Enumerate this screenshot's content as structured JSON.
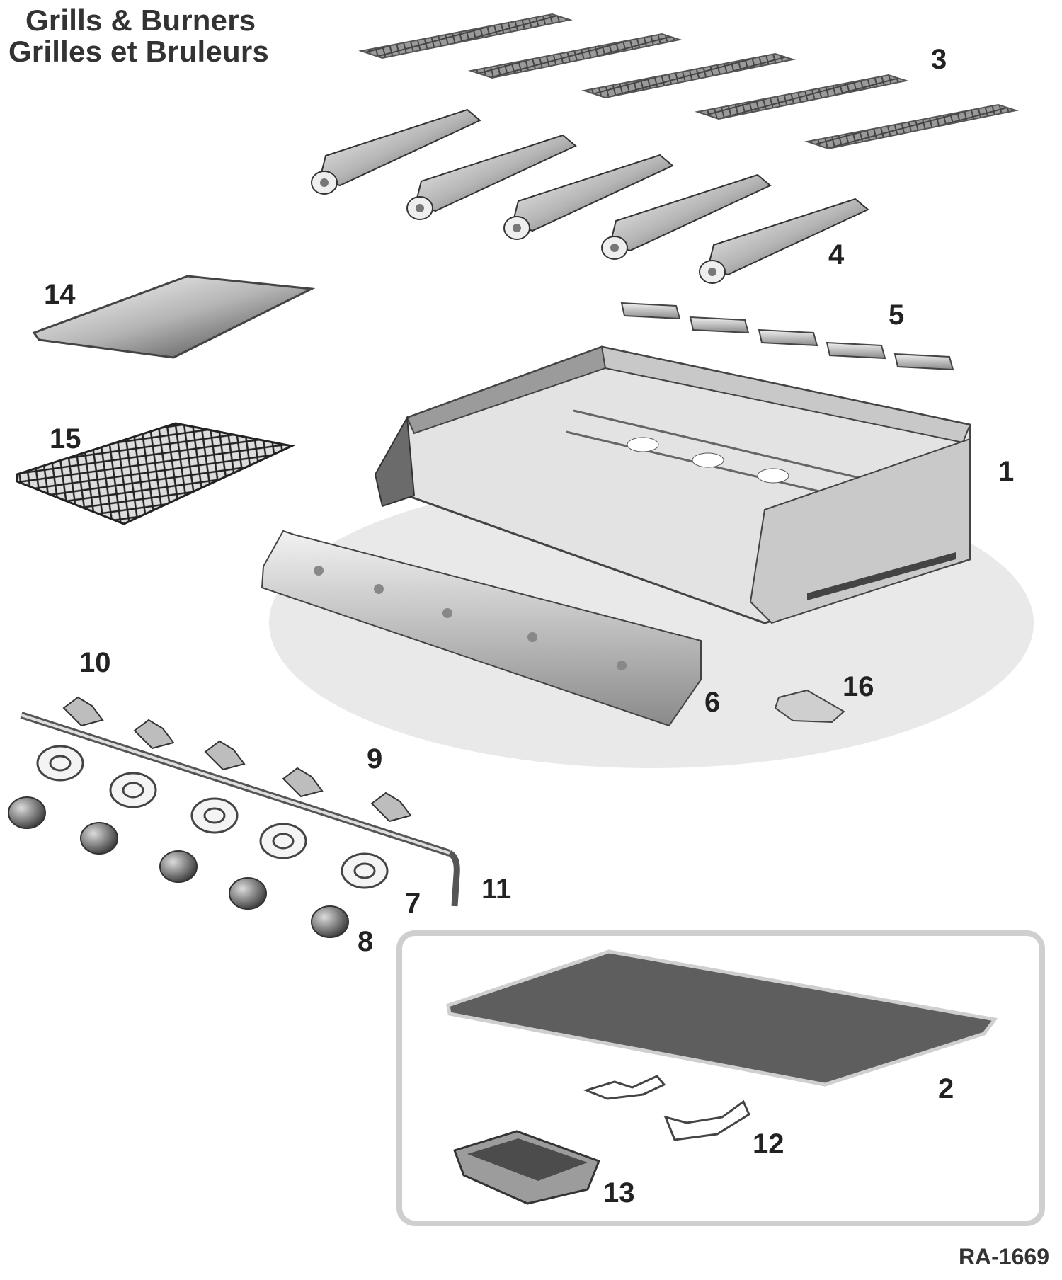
{
  "title": {
    "line1": "Grills & Burners",
    "line2": "Grilles et Bruleurs"
  },
  "callouts": {
    "c1": "1",
    "c2": "2",
    "c3": "3",
    "c4": "4",
    "c5": "5",
    "c6": "6",
    "c7": "7",
    "c8": "8",
    "c9": "9",
    "c10": "10",
    "c11": "11",
    "c12": "12",
    "c13": "13",
    "c14": "14",
    "c15": "15",
    "c16": "16"
  },
  "reference": "RA-1669"
}
